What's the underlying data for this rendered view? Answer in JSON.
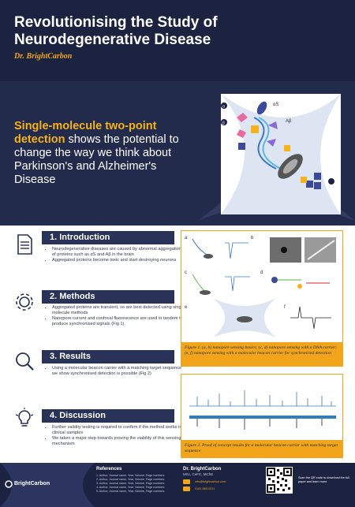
{
  "header": {
    "title": "Revolutionising the Study of Neurodegenerative Disease",
    "author": "Dr. BrightCarbon"
  },
  "hero": {
    "highlight": "Single-molecule two-point detection",
    "rest": " shows the potential to change the way we think about Parkinson's and Alzheimer's Disease",
    "labels": {
      "a": "α",
      "b": "β",
      "syn": "αS",
      "abeta": "Aβ"
    }
  },
  "sections": [
    {
      "title": "1. Introduction",
      "icon": "document-icon",
      "bullets": [
        "Neurodegenerative diseases are caused by abnormal aggregation of proteins such as αS and Aβ in the brain",
        "Aggregated proteins become toxic and start destroying neurons"
      ]
    },
    {
      "title": "2. Methods",
      "icon": "gear-icon",
      "bullets": [
        "Aggregated proteins are transient, so are best detected using single-molecule methods",
        "Nanopore current and confocal fluorescence are used in tandem to produce synchronised signals (Fig 1)"
      ]
    },
    {
      "title": "3. Results",
      "icon": "magnifier-icon",
      "bullets": [
        "Using a molecular beacon carrier with a matching target sequence we show synchronised detection is possible (Fig 2)"
      ]
    },
    {
      "title": "4. Discussion",
      "icon": "lightbulb-icon",
      "bullets": [
        "Further validity testing is required to confirm if the method works in clinical samples",
        "We taken a major step towards proving the viability of this sensing mechanism"
      ]
    }
  ],
  "figures": {
    "fig1_caption": "Figure 1. (a, b) nanopore sensing basics; (c, d) nanopore sensing with a DNA carrier; (e, f) nanopore sensing with a molecular beacon carrier for synchronised detection",
    "fig2_caption": "Figure 2. Proof of concept results for a molecular beacon carrier with matching target sequence",
    "panel_labels": [
      "a",
      "b",
      "c",
      "d",
      "e",
      "f"
    ]
  },
  "footer": {
    "brand": "BrightCarbon",
    "references_title": "References",
    "references": [
      "1. Author, Journal name, Year, Volume, Page numbers",
      "2. Author, Journal name, Year, Volume, Page numbers",
      "3. Author, Journal name, Year, Volume, Page numbers",
      "4. Author, Journal name, Year, Volume, Page numbers",
      "5. Author, Journal name, Year, Volume, Page numbers"
    ],
    "name": "Dr. BrightCarbon",
    "subtitle": "MSc, CeFC, MChE",
    "email": "info@brightcarbon.com",
    "phone": "0161 883 0211",
    "qr_text": "Scan the QR code to download the full paper and learn more"
  },
  "colors": {
    "navy": "#1c2340",
    "navy2": "#232b4d",
    "accent": "#f2a51a",
    "bar": "#283357"
  }
}
